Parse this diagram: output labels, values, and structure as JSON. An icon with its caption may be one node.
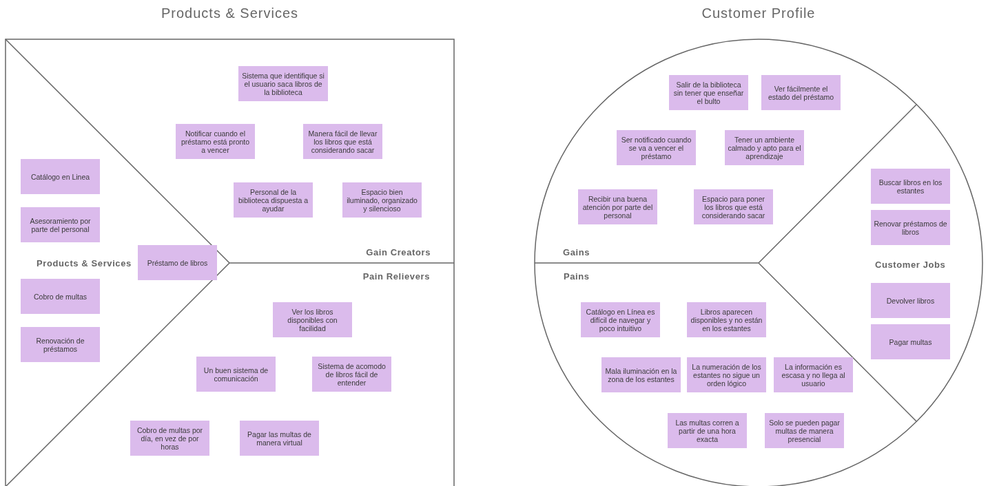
{
  "diagram": {
    "nodes": [
      {
        "text": [
          "Products & Services"
        ]
      },
      {
        "text": [
          "Sistema que identifique si el usuario saca libros de la biblioteca"
        ],
        "in": 0
      },
      {
        "text": [
          "Notificar cuando el préstamo está pronto a vencer"
        ],
        "in": 0
      },
      {
        "text": [
          "Manera fácil de llevar los libros que está considerando sacar"
        ],
        "in": 0
      },
      {
        "text": [
          "Catálogo en Linea"
        ],
        "in": 0
      },
      {
        "text": [
          "Personal de la biblioteca dispuesta a ayudar"
        ],
        "in": 0
      },
      {
        "text": [
          "Espacio bien iluminado, organizado y silencioso"
        ],
        "in": 0
      },
      {
        "text": [
          "Asesoramiento por parte del personal"
        ],
        "in": 0
      },
      {
        "text": [
          "Préstamo de libros"
        ],
        "in": 0
      },
      {
        "text": [
          "Cobro de multas"
        ],
        "in": 0
      },
      {
        "text": [
          "Ver los libros disponibles con facilidad"
        ],
        "in": 0
      },
      {
        "text": [
          "Renovación de préstamos"
        ],
        "in": 0
      },
      {
        "text": [
          "Un buen sistema de comunicación"
        ],
        "in": 0
      },
      {
        "text": [
          "Sistema de acomodo de libros fácil de entender"
        ],
        "in": 0
      },
      {
        "text": [
          "Cobro de multas por día, en vez de por horas"
        ],
        "in": 0
      },
      {
        "text": [
          "Pagar  las multas de manera virtual"
        ],
        "in": 0
      },
      {
        "text": [
          "Customer Profile"
        ]
      },
      {
        "text": [
          "Salir de la biblioteca sin tener que enseñar el bulto"
        ],
        "in": 16
      },
      {
        "text": [
          "Ver fácilmente el estado del préstamo"
        ],
        "in": 16
      },
      {
        "text": [
          "Ser notificado cuando se va a vencer el préstamo"
        ],
        "in": 16
      },
      {
        "text": [
          "Tener un ambiente calmado y apto para el aprendizaje"
        ],
        "in": 16
      },
      {
        "text": [
          "Buscar libros en los estantes"
        ],
        "in": 16
      },
      {
        "text": [
          "Recibir una buena atención por parte del personal"
        ],
        "in": 16
      },
      {
        "text": [
          "Espacio para poner los libros que está considerando sacar"
        ],
        "in": 16
      },
      {
        "text": [
          "Renovar préstamos de libros"
        ],
        "in": 16
      },
      {
        "text": [
          "Devolver libros"
        ],
        "in": 16
      },
      {
        "text": [
          "Catálogo en Línea es difícil de navegar y poco intuitivo"
        ],
        "in": 16
      },
      {
        "text": [
          "Libros aparecen disponibles y no están en los estantes"
        ],
        "in": 16
      },
      {
        "text": [
          "Pagar multas"
        ],
        "in": 16
      },
      {
        "text": [
          "Mala iluminación en la zona de los estantes"
        ],
        "in": 16
      },
      {
        "text": [
          "La numeración de los estantes no sigue un orden lógico"
        ],
        "in": 16
      },
      {
        "text": [
          "La información es escasa y no llega al usuario"
        ],
        "in": 16
      },
      {
        "text": [
          "Las multas corren a partir de una hora exacta"
        ],
        "in": 16
      },
      {
        "text": [
          "Solo se pueden pagar multas de manera presencial"
        ],
        "in": 16
      }
    ],
    "labels": [
      "Gain Creators",
      "Products & Services",
      "Pain Relievers",
      "Gains",
      "Customer Jobs",
      "Pains"
    ]
  }
}
